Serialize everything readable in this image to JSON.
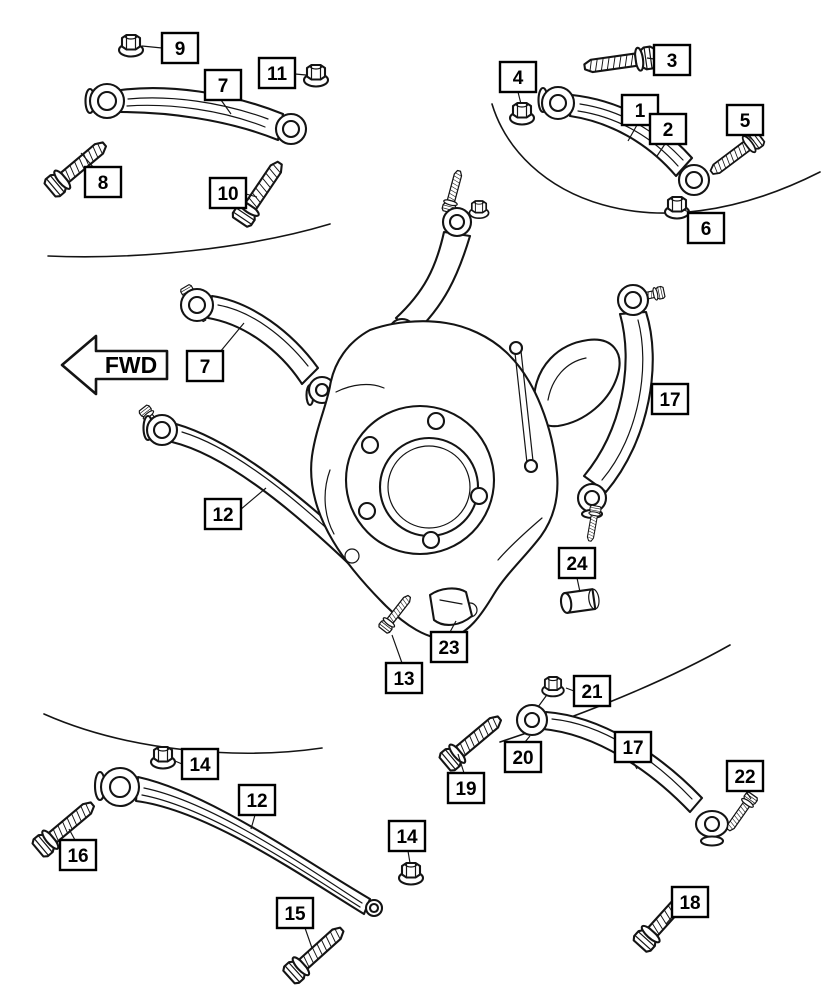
{
  "fwd_label": "FWD",
  "colors": {
    "line": "#141414",
    "background": "#ffffff",
    "callout_border": "#000000",
    "callout_fill": "#ffffff"
  },
  "callouts": [
    {
      "label": "9"
    },
    {
      "label": "7"
    },
    {
      "label": "11"
    },
    {
      "label": "3"
    },
    {
      "label": "4"
    },
    {
      "label": "1"
    },
    {
      "label": "2"
    },
    {
      "label": "5"
    },
    {
      "label": "8"
    },
    {
      "label": "10"
    },
    {
      "label": "6"
    },
    {
      "label": "7"
    },
    {
      "label": "17"
    },
    {
      "label": "12"
    },
    {
      "label": "24"
    },
    {
      "label": "23"
    },
    {
      "label": "13"
    },
    {
      "label": "21"
    },
    {
      "label": "14"
    },
    {
      "label": "20"
    },
    {
      "label": "17"
    },
    {
      "label": "19"
    },
    {
      "label": "12"
    },
    {
      "label": "22"
    },
    {
      "label": "14"
    },
    {
      "label": "16"
    },
    {
      "label": "15"
    },
    {
      "label": "18"
    }
  ]
}
